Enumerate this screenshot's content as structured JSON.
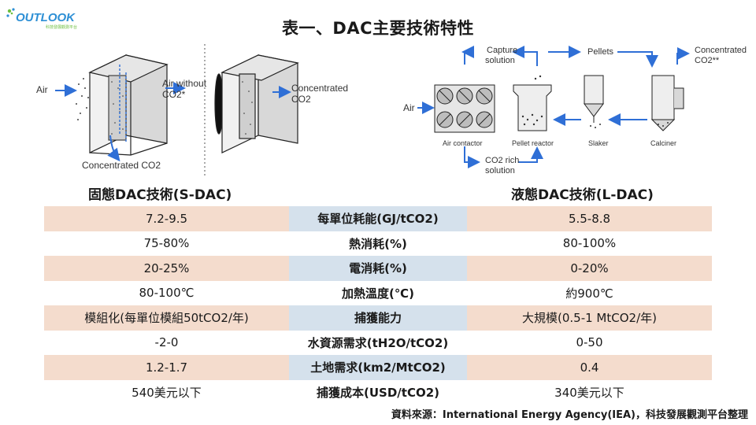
{
  "logo": {
    "text": "OUTLOOK",
    "subtext": "科技發展觀測平台"
  },
  "title": "表一、DAC主要技術特性",
  "diagram_solid": {
    "air": "Air",
    "air_without": "Air without",
    "co2_star": "CO2*",
    "concentrated": "Concentrated",
    "co2": "CO2",
    "concentrated_co2": "Concentrated CO2"
  },
  "diagram_liquid": {
    "capture": "Capture",
    "solution": "solution",
    "pellets": "Pellets",
    "concentrated": "Concentrated",
    "co2_2star": "CO2**",
    "air": "Air",
    "air_contactor": "Air contactor",
    "pellet_reactor": "Pellet reactor",
    "slaker": "Slaker",
    "calciner": "Calciner",
    "co2_rich": "CO2 rich",
    "rich_solution": "solution"
  },
  "headers": {
    "solid": "固態DAC技術(S-DAC)",
    "liquid": "液態DAC技術(L-DAC)"
  },
  "rows": [
    {
      "solid": "7.2-9.5",
      "metric": "每單位耗能(GJ/tCO2)",
      "liquid": "5.5-8.8"
    },
    {
      "solid": "75-80%",
      "metric": "熱消耗(%)",
      "liquid": "80-100%"
    },
    {
      "solid": "20-25%",
      "metric": "電消耗(%)",
      "liquid": "0-20%"
    },
    {
      "solid": "80-100℃",
      "metric": "加熱溫度(℃)",
      "liquid": "約900℃"
    },
    {
      "solid": "模組化(每單位模組50tCO2/年)",
      "metric": "捕獲能力",
      "liquid": "大規模(0.5-1 MtCO2/年)"
    },
    {
      "solid": "-2-0",
      "metric": "水資源需求(tH2O/tCO2)",
      "liquid": "0-50"
    },
    {
      "solid": "1.2-1.7",
      "metric": "土地需求(km2/MtCO2)",
      "liquid": "0.4"
    },
    {
      "solid": "540美元以下",
      "metric": "捕獲成本(USD/tCO2)",
      "liquid": "340美元以下"
    }
  ],
  "source": "資料來源：International Energy Agency(IEA)，科技發展觀測平台整理",
  "colors": {
    "row_side": "#f4dccd",
    "row_mid": "#d5e1ec",
    "arrow": "#2f6fd6"
  }
}
